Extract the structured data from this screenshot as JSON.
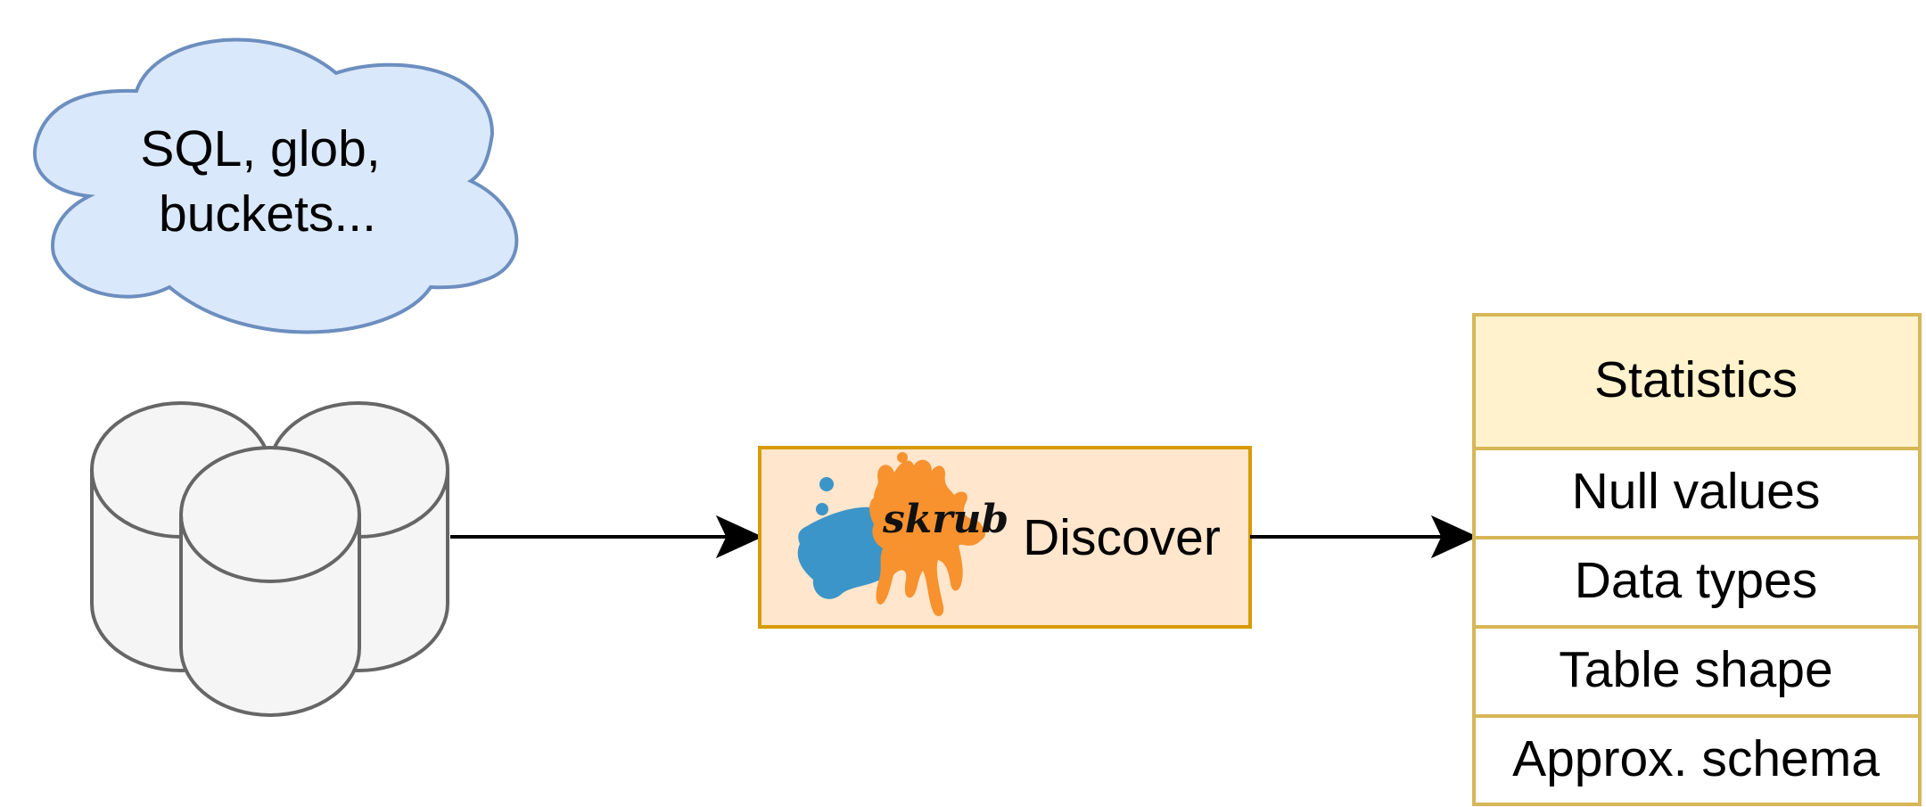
{
  "source": {
    "cloud_line1": "SQL, glob,",
    "cloud_line2": "buckets..."
  },
  "process": {
    "logo_text": "skrub",
    "label": "Discover"
  },
  "output": {
    "header": "Statistics",
    "rows": [
      "Null values",
      "Data types",
      "Table shape",
      "Approx. schema"
    ]
  },
  "colors": {
    "cloud_fill": "#dae8fc",
    "cloud_stroke": "#6c8ebf",
    "db_fill": "#f5f5f5",
    "db_stroke": "#666666",
    "discover_fill": "#ffe6cc",
    "discover_stroke": "#d79b00",
    "stats_header_fill": "#fff2cc",
    "stats_stroke": "#d6b656",
    "logo_blue": "#3b95c8",
    "logo_orange": "#f7922e",
    "arrow": "#000000"
  }
}
